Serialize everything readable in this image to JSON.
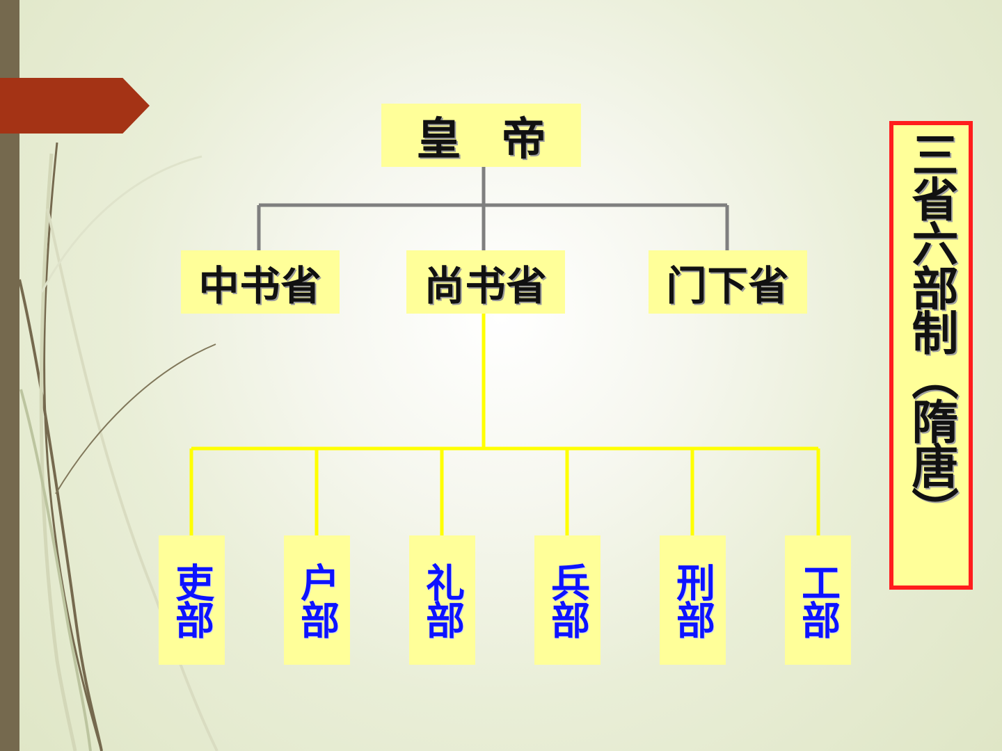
{
  "diagram": {
    "title": "三省六部制（隋唐）",
    "emperor": "皇帝",
    "ministries": [
      {
        "id": "zhongshu",
        "label": "中书省"
      },
      {
        "id": "shangshu",
        "label": "尚书省"
      },
      {
        "id": "menxia",
        "label": "门下省"
      }
    ],
    "departments": [
      {
        "id": "li",
        "label": "吏部"
      },
      {
        "id": "hu",
        "label": "户部"
      },
      {
        "id": "li2",
        "label": "礼部"
      },
      {
        "id": "bing",
        "label": "兵部"
      },
      {
        "id": "xing",
        "label": "刑部"
      },
      {
        "id": "gong",
        "label": "工部"
      }
    ]
  },
  "colors": {
    "box_fill": "#ffff99",
    "title_border": "#ff1d1d",
    "gray_connectors": "#7f7f7f",
    "yellow_connectors": "#ffff00",
    "department_text": "#0d13ff",
    "left_strip": "#75694e",
    "left_arrow": "#a43315"
  }
}
